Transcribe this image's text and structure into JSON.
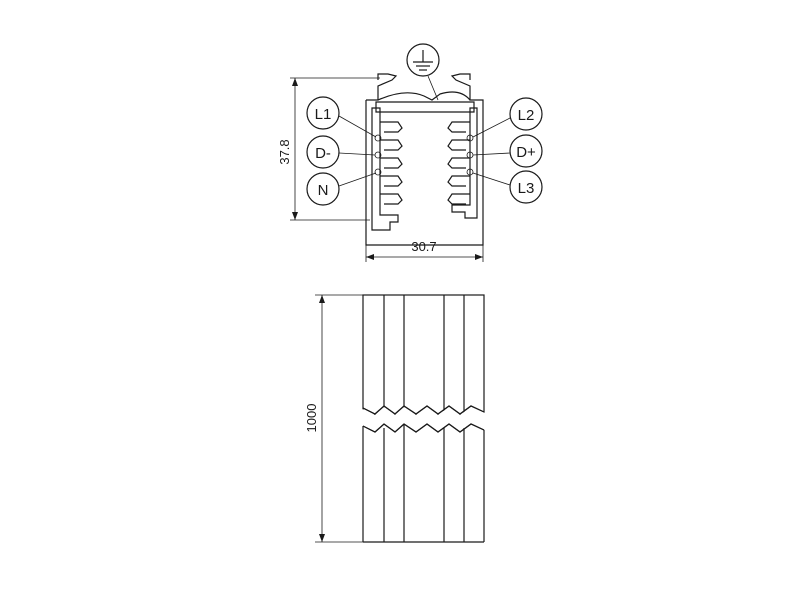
{
  "cross_section": {
    "height_dim": "37.8",
    "width_dim": "30.7",
    "labels_left": [
      "L1",
      "D-",
      "N"
    ],
    "labels_right": [
      "L2",
      "D+",
      "L3"
    ],
    "earth_symbol": "earth-ground-icon"
  },
  "side_view": {
    "length_dim": "1000"
  }
}
